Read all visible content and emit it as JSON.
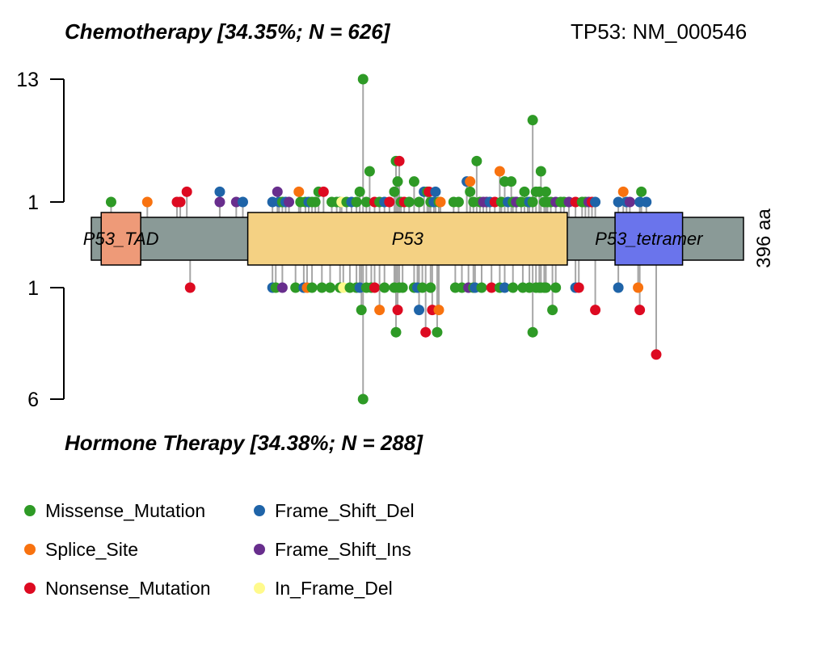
{
  "chart_data": {
    "type": "lollipop",
    "gene_label": "TP53: NM_000546",
    "protein_length_label": "396 aa",
    "protein_length": 396,
    "top_panel": {
      "title": "Chemotherapy [34.35%; N = 626]",
      "y_ticks": [
        "13",
        "1"
      ],
      "ylim": [
        1,
        13
      ]
    },
    "bottom_panel": {
      "title": "Hormone Therapy [34.38%; N = 288]",
      "y_ticks": [
        "1",
        "6"
      ],
      "ylim": [
        1,
        6
      ]
    },
    "domains": [
      {
        "name": "P53_TAD",
        "start": 6,
        "end": 30,
        "color": "#EE9A78"
      },
      {
        "name": "P53",
        "start": 95,
        "end": 289,
        "color": "#F4D183"
      },
      {
        "name": "P53_tetramer",
        "start": 318,
        "end": 359,
        "color": "#6A74EC"
      }
    ],
    "categories": {
      "Missense_Mutation": "#2E9A26",
      "Splice_Site": "#F8720F",
      "Nonsense_Mutation": "#DD0A21",
      "Frame_Shift_Del": "#1F64A8",
      "Frame_Shift_Ins": "#682E8D",
      "In_Frame_Del": "#FFFA8C"
    },
    "legend": [
      "Missense_Mutation",
      "Splice_Site",
      "Nonsense_Mutation",
      "Frame_Shift_Del",
      "Frame_Shift_Ins",
      "In_Frame_Del"
    ],
    "top_mutations": [
      {
        "pos": 12,
        "count": 1,
        "type": "Missense_Mutation"
      },
      {
        "pos": 34,
        "count": 1,
        "type": "Splice_Site"
      },
      {
        "pos": 52,
        "count": 1,
        "type": "Nonsense_Mutation"
      },
      {
        "pos": 54,
        "count": 1,
        "type": "Nonsense_Mutation"
      },
      {
        "pos": 58,
        "count": 2,
        "type": "Nonsense_Mutation"
      },
      {
        "pos": 78,
        "count": 2,
        "type": "Frame_Shift_Del"
      },
      {
        "pos": 78,
        "count": 1,
        "type": "Frame_Shift_Ins"
      },
      {
        "pos": 88,
        "count": 1,
        "type": "Frame_Shift_Ins"
      },
      {
        "pos": 92,
        "count": 1,
        "type": "Frame_Shift_Del"
      },
      {
        "pos": 110,
        "count": 1,
        "type": "Frame_Shift_Del"
      },
      {
        "pos": 113,
        "count": 2,
        "type": "Frame_Shift_Ins"
      },
      {
        "pos": 114,
        "count": 1,
        "type": "Frame_Shift_Del"
      },
      {
        "pos": 116,
        "count": 1,
        "type": "Missense_Mutation"
      },
      {
        "pos": 118,
        "count": 1,
        "type": "Frame_Shift_Del"
      },
      {
        "pos": 120,
        "count": 1,
        "type": "Frame_Shift_Ins"
      },
      {
        "pos": 126,
        "count": 2,
        "type": "Splice_Site"
      },
      {
        "pos": 127,
        "count": 1,
        "type": "Missense_Mutation"
      },
      {
        "pos": 130,
        "count": 1,
        "type": "Missense_Mutation"
      },
      {
        "pos": 132,
        "count": 1,
        "type": "Frame_Shift_Del"
      },
      {
        "pos": 134,
        "count": 1,
        "type": "Missense_Mutation"
      },
      {
        "pos": 136,
        "count": 1,
        "type": "Missense_Mutation"
      },
      {
        "pos": 138,
        "count": 2,
        "type": "Missense_Mutation"
      },
      {
        "pos": 141,
        "count": 2,
        "type": "Nonsense_Mutation"
      },
      {
        "pos": 146,
        "count": 1,
        "type": "Missense_Mutation"
      },
      {
        "pos": 149,
        "count": 1,
        "type": "Missense_Mutation"
      },
      {
        "pos": 151,
        "count": 1,
        "type": "Missense_Mutation"
      },
      {
        "pos": 152,
        "count": 1,
        "type": "In_Frame_Del"
      },
      {
        "pos": 155,
        "count": 1,
        "type": "Missense_Mutation"
      },
      {
        "pos": 158,
        "count": 1,
        "type": "Frame_Shift_Del"
      },
      {
        "pos": 161,
        "count": 1,
        "type": "Missense_Mutation"
      },
      {
        "pos": 163,
        "count": 2,
        "type": "Missense_Mutation"
      },
      {
        "pos": 165,
        "count": 13,
        "type": "Missense_Mutation"
      },
      {
        "pos": 167,
        "count": 1,
        "type": "Missense_Mutation"
      },
      {
        "pos": 169,
        "count": 4,
        "type": "Missense_Mutation"
      },
      {
        "pos": 172,
        "count": 1,
        "type": "Nonsense_Mutation"
      },
      {
        "pos": 175,
        "count": 1,
        "type": "Missense_Mutation"
      },
      {
        "pos": 178,
        "count": 1,
        "type": "Frame_Shift_Del"
      },
      {
        "pos": 181,
        "count": 1,
        "type": "Nonsense_Mutation"
      },
      {
        "pos": 184,
        "count": 2,
        "type": "Missense_Mutation"
      },
      {
        "pos": 185,
        "count": 5,
        "type": "Missense_Mutation"
      },
      {
        "pos": 186,
        "count": 3,
        "type": "Missense_Mutation"
      },
      {
        "pos": 187,
        "count": 5,
        "type": "Nonsense_Mutation"
      },
      {
        "pos": 188,
        "count": 1,
        "type": "Missense_Mutation"
      },
      {
        "pos": 190,
        "count": 1,
        "type": "Nonsense_Mutation"
      },
      {
        "pos": 193,
        "count": 1,
        "type": "Missense_Mutation"
      },
      {
        "pos": 196,
        "count": 3,
        "type": "Missense_Mutation"
      },
      {
        "pos": 199,
        "count": 1,
        "type": "Missense_Mutation"
      },
      {
        "pos": 202,
        "count": 2,
        "type": "Frame_Shift_Del"
      },
      {
        "pos": 204,
        "count": 2,
        "type": "Missense_Mutation"
      },
      {
        "pos": 205,
        "count": 2,
        "type": "Nonsense_Mutation"
      },
      {
        "pos": 206,
        "count": 1,
        "type": "Missense_Mutation"
      },
      {
        "pos": 208,
        "count": 1,
        "type": "Frame_Shift_Del"
      },
      {
        "pos": 209,
        "count": 2,
        "type": "Frame_Shift_Del"
      },
      {
        "pos": 211,
        "count": 1,
        "type": "Missense_Mutation"
      },
      {
        "pos": 212,
        "count": 1,
        "type": "Splice_Site"
      },
      {
        "pos": 220,
        "count": 1,
        "type": "Missense_Mutation"
      },
      {
        "pos": 223,
        "count": 1,
        "type": "Missense_Mutation"
      },
      {
        "pos": 228,
        "count": 3,
        "type": "Frame_Shift_Del"
      },
      {
        "pos": 230,
        "count": 3,
        "type": "Splice_Site"
      },
      {
        "pos": 230,
        "count": 2,
        "type": "Missense_Mutation"
      },
      {
        "pos": 232,
        "count": 1,
        "type": "Missense_Mutation"
      },
      {
        "pos": 234,
        "count": 5,
        "type": "Missense_Mutation"
      },
      {
        "pos": 236,
        "count": 1,
        "type": "Missense_Mutation"
      },
      {
        "pos": 238,
        "count": 1,
        "type": "Frame_Shift_Ins"
      },
      {
        "pos": 240,
        "count": 1,
        "type": "Frame_Shift_Ins"
      },
      {
        "pos": 242,
        "count": 1,
        "type": "Frame_Shift_Del"
      },
      {
        "pos": 245,
        "count": 1,
        "type": "Nonsense_Mutation"
      },
      {
        "pos": 248,
        "count": 4,
        "type": "Splice_Site"
      },
      {
        "pos": 249,
        "count": 1,
        "type": "Missense_Mutation"
      },
      {
        "pos": 251,
        "count": 3,
        "type": "Missense_Mutation"
      },
      {
        "pos": 253,
        "count": 1,
        "type": "Frame_Shift_Del"
      },
      {
        "pos": 255,
        "count": 3,
        "type": "Missense_Mutation"
      },
      {
        "pos": 256,
        "count": 1,
        "type": "Missense_Mutation"
      },
      {
        "pos": 258,
        "count": 1,
        "type": "Frame_Shift_Del"
      },
      {
        "pos": 258,
        "count": 1,
        "type": "Frame_Shift_Ins"
      },
      {
        "pos": 261,
        "count": 1,
        "type": "Missense_Mutation"
      },
      {
        "pos": 263,
        "count": 2,
        "type": "Missense_Mutation"
      },
      {
        "pos": 265,
        "count": 1,
        "type": "Missense_Mutation"
      },
      {
        "pos": 266,
        "count": 1,
        "type": "Frame_Shift_Del"
      },
      {
        "pos": 268,
        "count": 1,
        "type": "Missense_Mutation"
      },
      {
        "pos": 268,
        "count": 9,
        "type": "Missense_Mutation"
      },
      {
        "pos": 270,
        "count": 2,
        "type": "Missense_Mutation"
      },
      {
        "pos": 272,
        "count": 2,
        "type": "Missense_Mutation"
      },
      {
        "pos": 273,
        "count": 4,
        "type": "Missense_Mutation"
      },
      {
        "pos": 275,
        "count": 1,
        "type": "Missense_Mutation"
      },
      {
        "pos": 276,
        "count": 2,
        "type": "Missense_Mutation"
      },
      {
        "pos": 277,
        "count": 1,
        "type": "Missense_Mutation"
      },
      {
        "pos": 279,
        "count": 1,
        "type": "Missense_Mutation"
      },
      {
        "pos": 282,
        "count": 1,
        "type": "Frame_Shift_Ins"
      },
      {
        "pos": 285,
        "count": 1,
        "type": "Missense_Mutation"
      },
      {
        "pos": 287,
        "count": 1,
        "type": "Missense_Mutation"
      },
      {
        "pos": 290,
        "count": 1,
        "type": "Frame_Shift_Ins"
      },
      {
        "pos": 294,
        "count": 1,
        "type": "Nonsense_Mutation"
      },
      {
        "pos": 298,
        "count": 1,
        "type": "Missense_Mutation"
      },
      {
        "pos": 300,
        "count": 1,
        "type": "Missense_Mutation"
      },
      {
        "pos": 302,
        "count": 1,
        "type": "Frame_Shift_Ins"
      },
      {
        "pos": 304,
        "count": 1,
        "type": "Nonsense_Mutation"
      },
      {
        "pos": 306,
        "count": 1,
        "type": "Frame_Shift_Del"
      },
      {
        "pos": 320,
        "count": 1,
        "type": "Frame_Shift_Del"
      },
      {
        "pos": 323,
        "count": 2,
        "type": "Splice_Site"
      },
      {
        "pos": 325,
        "count": 1,
        "type": "Frame_Shift_Del"
      },
      {
        "pos": 327,
        "count": 1,
        "type": "Frame_Shift_Ins"
      },
      {
        "pos": 333,
        "count": 1,
        "type": "Frame_Shift_Del"
      },
      {
        "pos": 334,
        "count": 2,
        "type": "Missense_Mutation"
      },
      {
        "pos": 337,
        "count": 1,
        "type": "Frame_Shift_Del"
      }
    ],
    "bottom_mutations": [
      {
        "pos": 60,
        "count": 1,
        "type": "Nonsense_Mutation"
      },
      {
        "pos": 110,
        "count": 1,
        "type": "Frame_Shift_Del"
      },
      {
        "pos": 112,
        "count": 1,
        "type": "Missense_Mutation"
      },
      {
        "pos": 116,
        "count": 1,
        "type": "Frame_Shift_Ins"
      },
      {
        "pos": 124,
        "count": 1,
        "type": "Missense_Mutation"
      },
      {
        "pos": 129,
        "count": 1,
        "type": "Frame_Shift_Del"
      },
      {
        "pos": 131,
        "count": 1,
        "type": "Splice_Site"
      },
      {
        "pos": 134,
        "count": 1,
        "type": "Missense_Mutation"
      },
      {
        "pos": 140,
        "count": 1,
        "type": "Missense_Mutation"
      },
      {
        "pos": 145,
        "count": 1,
        "type": "Missense_Mutation"
      },
      {
        "pos": 151,
        "count": 1,
        "type": "Missense_Mutation"
      },
      {
        "pos": 153,
        "count": 1,
        "type": "In_Frame_Del"
      },
      {
        "pos": 157,
        "count": 1,
        "type": "Missense_Mutation"
      },
      {
        "pos": 161,
        "count": 1,
        "type": "Missense_Mutation"
      },
      {
        "pos": 163,
        "count": 1,
        "type": "Frame_Shift_Del"
      },
      {
        "pos": 164,
        "count": 2,
        "type": "Missense_Mutation"
      },
      {
        "pos": 165,
        "count": 6,
        "type": "Missense_Mutation"
      },
      {
        "pos": 167,
        "count": 1,
        "type": "Missense_Mutation"
      },
      {
        "pos": 170,
        "count": 1,
        "type": "Missense_Mutation"
      },
      {
        "pos": 172,
        "count": 1,
        "type": "Nonsense_Mutation"
      },
      {
        "pos": 175,
        "count": 2,
        "type": "Splice_Site"
      },
      {
        "pos": 178,
        "count": 1,
        "type": "Missense_Mutation"
      },
      {
        "pos": 184,
        "count": 1,
        "type": "Missense_Mutation"
      },
      {
        "pos": 185,
        "count": 3,
        "type": "Missense_Mutation"
      },
      {
        "pos": 186,
        "count": 2,
        "type": "Nonsense_Mutation"
      },
      {
        "pos": 187,
        "count": 1,
        "type": "Missense_Mutation"
      },
      {
        "pos": 189,
        "count": 1,
        "type": "Missense_Mutation"
      },
      {
        "pos": 196,
        "count": 1,
        "type": "Missense_Mutation"
      },
      {
        "pos": 198,
        "count": 1,
        "type": "Frame_Shift_Del"
      },
      {
        "pos": 199,
        "count": 2,
        "type": "Frame_Shift_Del"
      },
      {
        "pos": 201,
        "count": 1,
        "type": "Missense_Mutation"
      },
      {
        "pos": 203,
        "count": 3,
        "type": "Nonsense_Mutation"
      },
      {
        "pos": 206,
        "count": 1,
        "type": "Missense_Mutation"
      },
      {
        "pos": 207,
        "count": 2,
        "type": "Nonsense_Mutation"
      },
      {
        "pos": 210,
        "count": 3,
        "type": "Missense_Mutation"
      },
      {
        "pos": 211,
        "count": 2,
        "type": "Splice_Site"
      },
      {
        "pos": 221,
        "count": 1,
        "type": "Missense_Mutation"
      },
      {
        "pos": 225,
        "count": 1,
        "type": "Missense_Mutation"
      },
      {
        "pos": 229,
        "count": 1,
        "type": "Frame_Shift_Ins"
      },
      {
        "pos": 232,
        "count": 1,
        "type": "Missense_Mutation"
      },
      {
        "pos": 233,
        "count": 1,
        "type": "Frame_Shift_Del"
      },
      {
        "pos": 237,
        "count": 1,
        "type": "Missense_Mutation"
      },
      {
        "pos": 243,
        "count": 1,
        "type": "Nonsense_Mutation"
      },
      {
        "pos": 248,
        "count": 1,
        "type": "Missense_Mutation"
      },
      {
        "pos": 251,
        "count": 1,
        "type": "Frame_Shift_Del"
      },
      {
        "pos": 256,
        "count": 1,
        "type": "Missense_Mutation"
      },
      {
        "pos": 262,
        "count": 1,
        "type": "Missense_Mutation"
      },
      {
        "pos": 266,
        "count": 1,
        "type": "Missense_Mutation"
      },
      {
        "pos": 268,
        "count": 3,
        "type": "Missense_Mutation"
      },
      {
        "pos": 270,
        "count": 1,
        "type": "Missense_Mutation"
      },
      {
        "pos": 272,
        "count": 1,
        "type": "Missense_Mutation"
      },
      {
        "pos": 273,
        "count": 1,
        "type": "Missense_Mutation"
      },
      {
        "pos": 275,
        "count": 1,
        "type": "Missense_Mutation"
      },
      {
        "pos": 276,
        "count": 1,
        "type": "Missense_Mutation"
      },
      {
        "pos": 280,
        "count": 2,
        "type": "Missense_Mutation"
      },
      {
        "pos": 282,
        "count": 1,
        "type": "Missense_Mutation"
      },
      {
        "pos": 294,
        "count": 1,
        "type": "Frame_Shift_Del"
      },
      {
        "pos": 296,
        "count": 1,
        "type": "Nonsense_Mutation"
      },
      {
        "pos": 306,
        "count": 2,
        "type": "Nonsense_Mutation"
      },
      {
        "pos": 320,
        "count": 1,
        "type": "Frame_Shift_Del"
      },
      {
        "pos": 332,
        "count": 1,
        "type": "Splice_Site"
      },
      {
        "pos": 333,
        "count": 2,
        "type": "Nonsense_Mutation"
      },
      {
        "pos": 343,
        "count": 4,
        "type": "Nonsense_Mutation"
      }
    ]
  }
}
